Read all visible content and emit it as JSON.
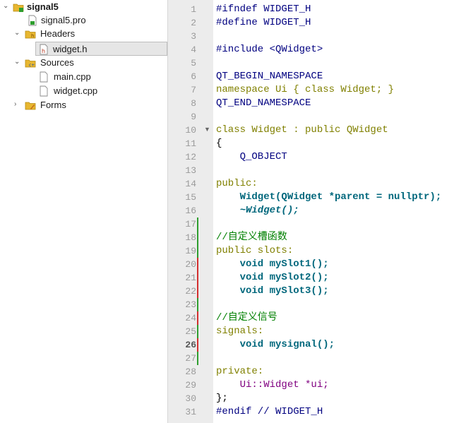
{
  "project_tree": {
    "project": "signal5",
    "pro_file": "signal5.pro",
    "headers": {
      "label": "Headers",
      "files": [
        "widget.h"
      ]
    },
    "sources": {
      "label": "Sources",
      "files": [
        "main.cpp",
        "widget.cpp"
      ]
    },
    "forms": {
      "label": "Forms"
    },
    "selected_file": "widget.h"
  },
  "editor": {
    "current_line": 26,
    "line_numbers": [
      "1",
      "2",
      "3",
      "4",
      "5",
      "6",
      "7",
      "8",
      "9",
      "10",
      "11",
      "12",
      "13",
      "14",
      "15",
      "16",
      "17",
      "18",
      "19",
      "20",
      "21",
      "22",
      "23",
      "24",
      "25",
      "26",
      "27",
      "28",
      "29",
      "30",
      "31"
    ],
    "lines": [
      "#ifndef WIDGET_H",
      "#define WIDGET_H",
      "",
      "#include <QWidget>",
      "",
      "QT_BEGIN_NAMESPACE",
      "namespace Ui { class Widget; }",
      "QT_END_NAMESPACE",
      "",
      "class Widget : public QWidget",
      "{",
      "    Q_OBJECT",
      "",
      "public:",
      "    Widget(QWidget *parent = nullptr);",
      "    ~Widget();",
      "",
      "//自定义槽函数",
      "public slots:",
      "    void mySlot1();",
      "    void mySlot2();",
      "    void mySlot3();",
      "",
      "//自定义信号",
      "signals:",
      "    void mysignal();",
      "",
      "private:",
      "    Ui::Widget *ui;",
      "};",
      "#endif // WIDGET_H"
    ],
    "colors": {
      "added_marker": "#2e9e2e",
      "modified_marker": "#d32f2f",
      "gutter_bg": "#ececec"
    }
  }
}
